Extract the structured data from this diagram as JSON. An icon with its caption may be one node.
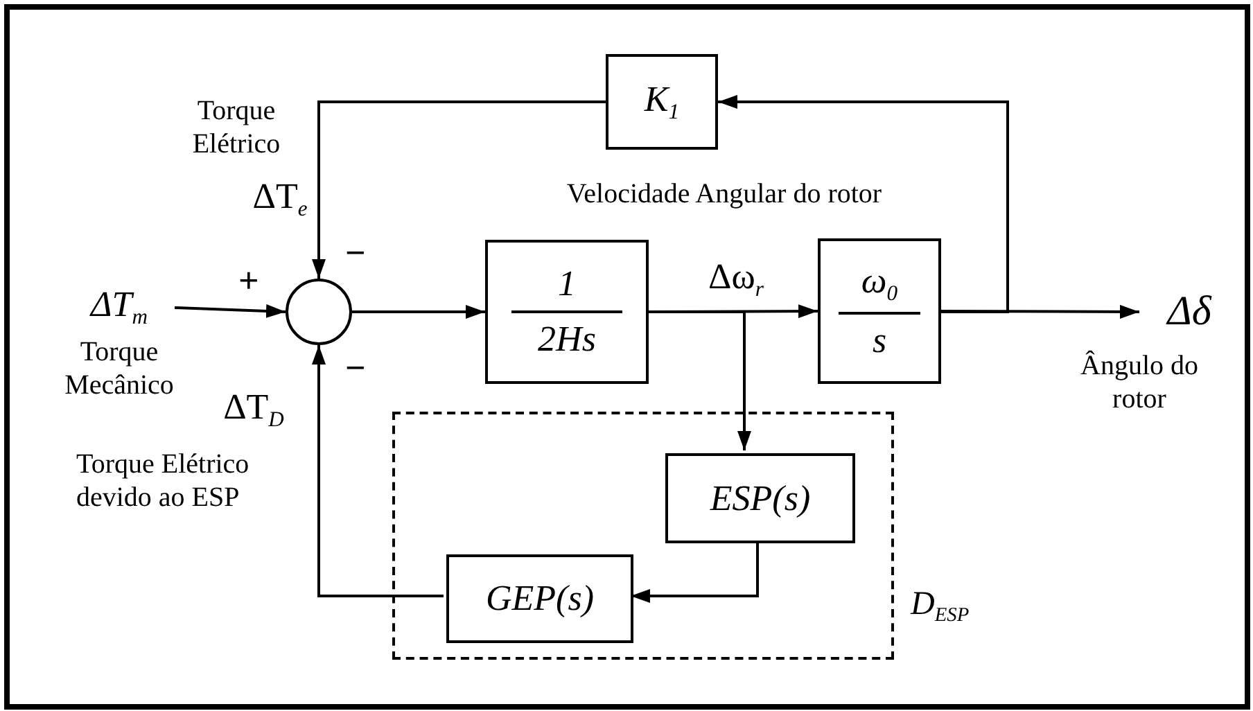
{
  "diagram": {
    "nodes": [
      {
        "text": [
          "ΔT$_{m}$"
        ],
        "beside": [
          "Torque Mecânico"
        ]
      },
      {
        "text": [],
        "shape": "circle"
      },
      {
        "text": [
          "*K*$_{1}$"
        ]
      },
      {
        "text": [
          "1",
          "2Hs"
        ]
      },
      {
        "text": [
          "*ω*$_{0}$",
          "*s*"
        ]
      },
      {
        "text": [
          "Δδ"
        ],
        "beside": [
          "Ângulo do rotor"
        ]
      },
      {
        "text": [
          "*D*$_{ESP}$"
        ]
      },
      {
        "text": [
          "*ESP*(*s*)"
        ],
        "in": 6
      },
      {
        "text": [
          "*GEP*(*s*)"
        ],
        "in": 6
      }
    ],
    "edges": [
      {
        "from": 0,
        "to": 1,
        "arrow": "to",
        "label": "+"
      },
      {
        "from": 2,
        "to": 1,
        "arrow": "to",
        "label": "−"
      },
      {
        "from": 1,
        "to": 3,
        "arrow": "to"
      },
      {
        "from": 3,
        "to": 4,
        "arrow": "to"
      },
      {
        "from": 4,
        "to": 5,
        "arrow": "to"
      },
      {
        "from": 4,
        "to": 2,
        "arrow": "to"
      },
      {
        "from": 3,
        "to": 7,
        "arrow": "to"
      },
      {
        "from": 7,
        "to": 8,
        "arrow": "to"
      },
      {
        "from": 8,
        "to": 1,
        "arrow": "to",
        "label": "−"
      }
    ],
    "labels": [
      "Torque Elétrico",
      "ΔT$_{e}$",
      "Velocidade Angular do rotor",
      "Δω$_{r}$",
      "ΔT$_{D}$",
      "Torque Elétrico devido ao ESP"
    ]
  }
}
